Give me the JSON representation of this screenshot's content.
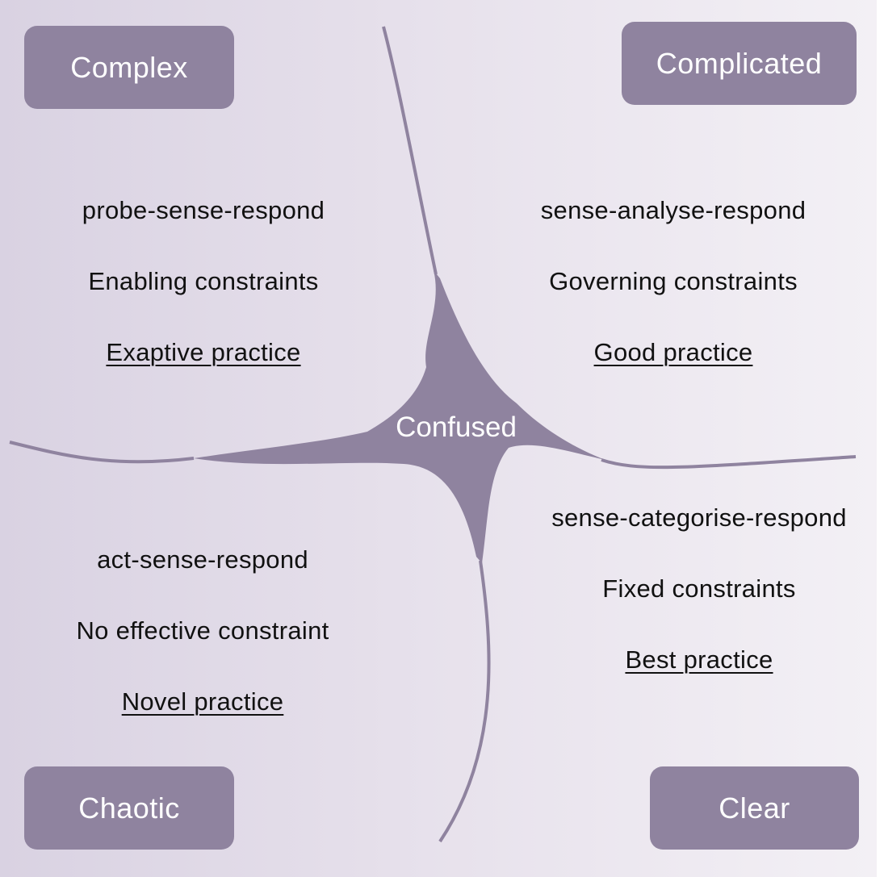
{
  "colors": {
    "box_fill": "#8f839f",
    "boundary": "#8f839f",
    "box_text": "#ffffff",
    "body_text": "#111111"
  },
  "domains": {
    "complex": {
      "title": "Complex",
      "approach": "probe-sense-respond",
      "constraints": "Enabling constraints",
      "practice": "Exaptive practice"
    },
    "complicated": {
      "title": "Complicated",
      "approach": "sense-analyse-respond",
      "constraints": "Governing constraints",
      "practice": "Good practice"
    },
    "chaotic": {
      "title": "Chaotic",
      "approach": "act-sense-respond",
      "constraints": "No effective constraint",
      "practice": "Novel practice"
    },
    "clear": {
      "title": "Clear",
      "approach": "sense-categorise-respond",
      "constraints": "Fixed constraints",
      "practice": "Best practice"
    }
  },
  "center": {
    "label": "Confused"
  }
}
